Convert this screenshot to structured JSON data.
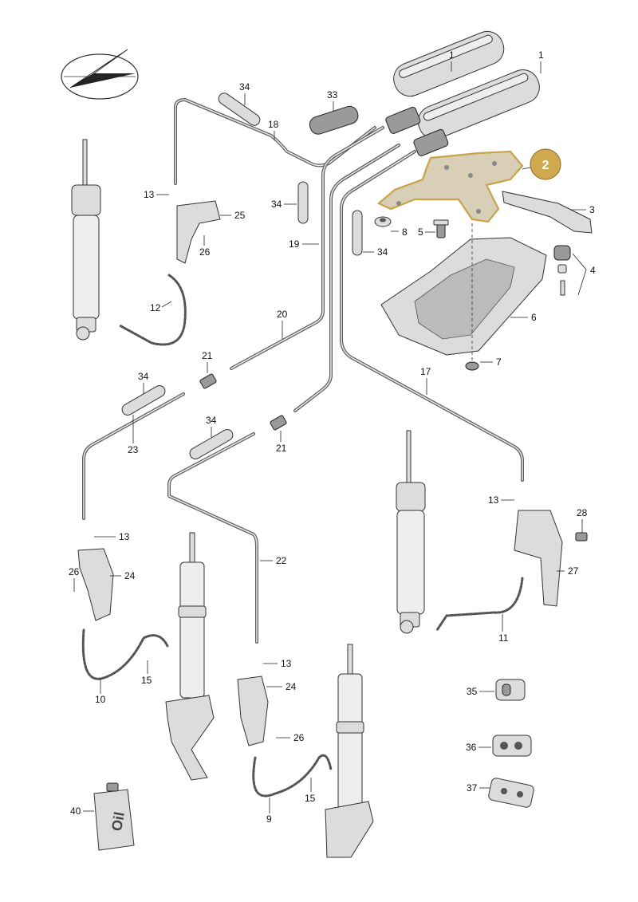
{
  "diagram": {
    "highlight_color": "#c9a34a",
    "callouts": {
      "c1a": "1",
      "c1b": "1",
      "c2": "2",
      "c3": "3",
      "c4": "4",
      "c5": "5",
      "c6": "6",
      "c7": "7",
      "c8": "8",
      "c9": "9",
      "c10": "10",
      "c11": "11",
      "c12": "12",
      "c13a": "13",
      "c13b": "13",
      "c13c": "13",
      "c13d": "13",
      "c15a": "15",
      "c15b": "15",
      "c17": "17",
      "c18": "18",
      "c19": "19",
      "c20": "20",
      "c21a": "21",
      "c21b": "21",
      "c22": "22",
      "c23": "23",
      "c24a": "24",
      "c24b": "24",
      "c25": "25",
      "c26a": "26",
      "c26b": "26",
      "c26c": "26",
      "c27": "27",
      "c28": "28",
      "c33": "33",
      "c34a": "34",
      "c34b": "34",
      "c34c": "34",
      "c34d": "34",
      "c34e": "34",
      "c35": "35",
      "c36": "36",
      "c37": "37",
      "c40": "40"
    },
    "oil_can_text": "Oil"
  }
}
